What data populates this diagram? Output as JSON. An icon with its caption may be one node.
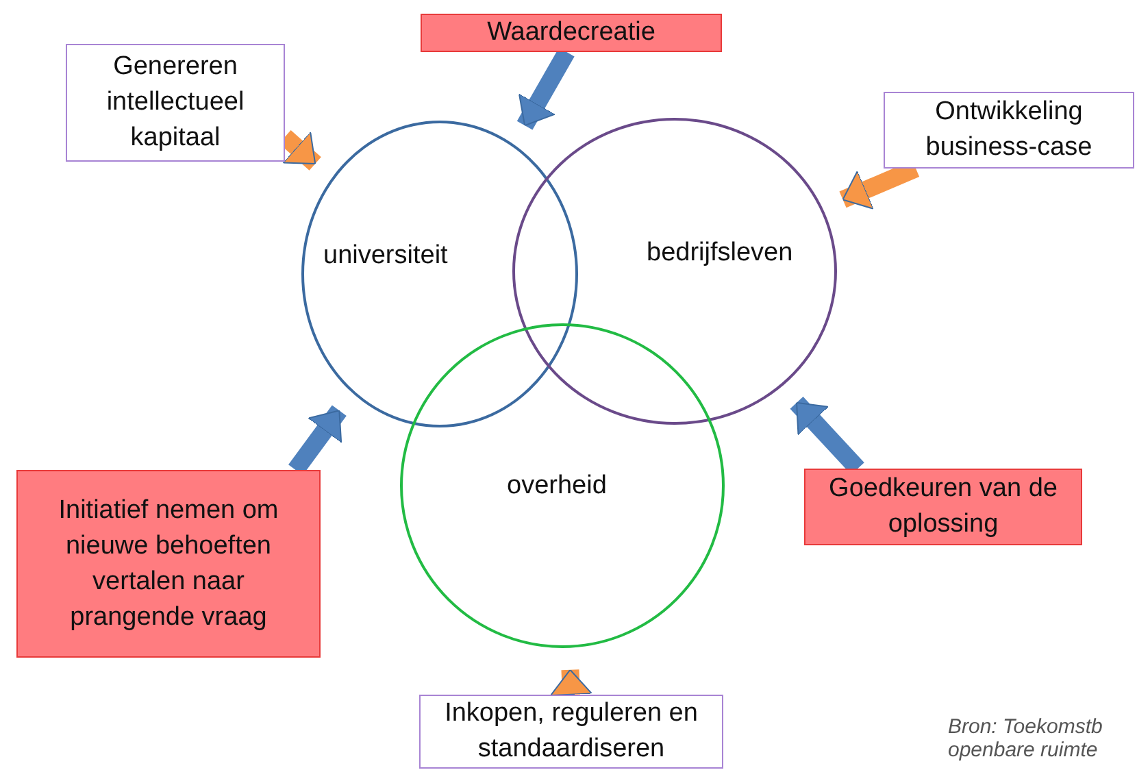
{
  "diagram": {
    "nodes": [
      {
        "text": [
          "Genereren intellectueel kapitaal"
        ]
      },
      {
        "text": [
          "Waardecreatie"
        ]
      },
      {
        "text": [
          "Ontwikkeling business-case"
        ]
      },
      {
        "text": [
          "universiteit"
        ]
      },
      {
        "text": [
          "bedrijfsleven"
        ]
      },
      {
        "text": [
          "overheid"
        ]
      },
      {
        "text": [
          "Initiatief nemen om nieuwe behoeften vertalen naar prangende vraag"
        ]
      },
      {
        "text": [
          "Goedkeuren van de oplossing"
        ]
      },
      {
        "text": [
          "Inkopen, reguleren en standaardiseren"
        ]
      }
    ],
    "edges": [
      {
        "from": 0,
        "to": 3,
        "arrow": "to",
        "color": "#f79646"
      },
      {
        "from": 1,
        "to": 3,
        "arrow": "to",
        "color": "#4f81bd"
      },
      {
        "from": 2,
        "to": 4,
        "arrow": "to",
        "color": "#f79646"
      },
      {
        "from": 6,
        "to": 3,
        "arrow": "to",
        "color": "#4f81bd"
      },
      {
        "from": 7,
        "to": 4,
        "arrow": "to",
        "color": "#4f81bd"
      },
      {
        "from": 8,
        "to": 5,
        "arrow": "to",
        "color": "#f79646"
      }
    ],
    "labels": [
      "Bron: Toekomstb openbare ruimte"
    ]
  }
}
